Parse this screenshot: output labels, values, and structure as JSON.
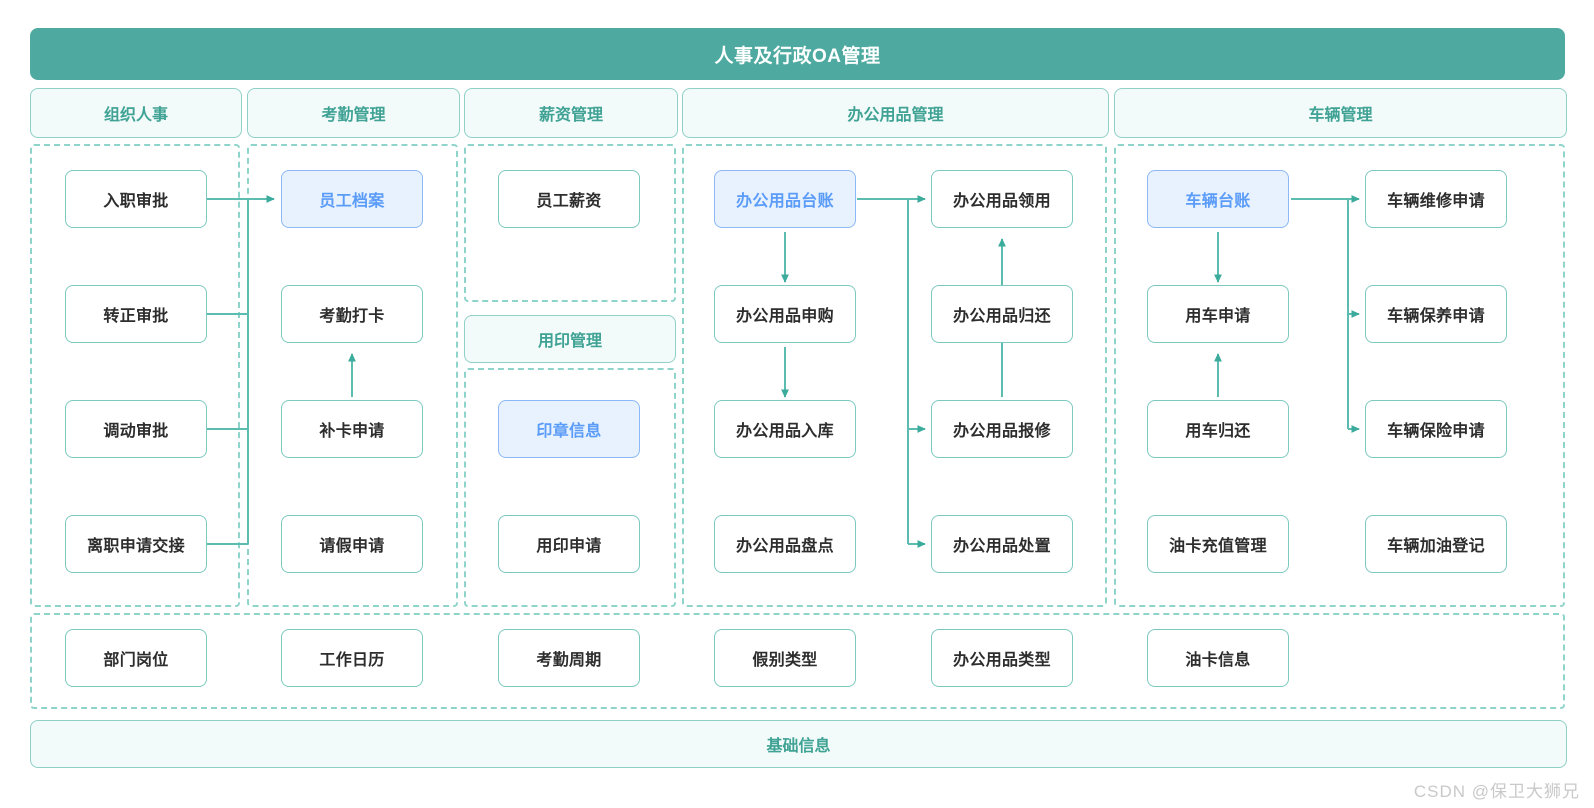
{
  "header": {
    "title": "人事及行政OA管理",
    "title_bg": "#4eaaa0"
  },
  "sections": [
    {
      "key": "org",
      "label": "组织人事"
    },
    {
      "key": "att",
      "label": "考勤管理"
    },
    {
      "key": "pay",
      "label": "薪资管理"
    },
    {
      "key": "office",
      "label": "办公用品管理"
    },
    {
      "key": "vehicle",
      "label": "车辆管理"
    }
  ],
  "sub_labels": {
    "seal": "用印管理"
  },
  "nodes": {
    "org": [
      {
        "label": "入职审批",
        "highlight": false
      },
      {
        "label": "转正审批",
        "highlight": false
      },
      {
        "label": "调动审批",
        "highlight": false
      },
      {
        "label": "离职申请交接",
        "highlight": false
      }
    ],
    "att": [
      {
        "label": "员工档案",
        "highlight": true
      },
      {
        "label": "考勤打卡",
        "highlight": false
      },
      {
        "label": "补卡申请",
        "highlight": false
      },
      {
        "label": "请假申请",
        "highlight": false
      }
    ],
    "pay": [
      {
        "label": "员工薪资",
        "highlight": false
      }
    ],
    "seal": [
      {
        "label": "印章信息",
        "highlight": true
      },
      {
        "label": "用印申请",
        "highlight": false
      }
    ],
    "office_left": [
      {
        "label": "办公用品台账",
        "highlight": true
      },
      {
        "label": "办公用品申购",
        "highlight": false
      },
      {
        "label": "办公用品入库",
        "highlight": false
      },
      {
        "label": "办公用品盘点",
        "highlight": false
      }
    ],
    "office_right": [
      {
        "label": "办公用品领用",
        "highlight": false
      },
      {
        "label": "办公用品归还",
        "highlight": false
      },
      {
        "label": "办公用品报修",
        "highlight": false
      },
      {
        "label": "办公用品处置",
        "highlight": false
      }
    ],
    "vehicle_left": [
      {
        "label": "车辆台账",
        "highlight": true
      },
      {
        "label": "用车申请",
        "highlight": false
      },
      {
        "label": "用车归还",
        "highlight": false
      },
      {
        "label": "油卡充值管理",
        "highlight": false
      }
    ],
    "vehicle_right": [
      {
        "label": "车辆维修申请",
        "highlight": false
      },
      {
        "label": "车辆保养申请",
        "highlight": false
      },
      {
        "label": "车辆保险申请",
        "highlight": false
      },
      {
        "label": "车辆加油登记",
        "highlight": false
      }
    ],
    "basic": [
      {
        "label": "部门岗位",
        "highlight": false
      },
      {
        "label": "工作日历",
        "highlight": false
      },
      {
        "label": "考勤周期",
        "highlight": false
      },
      {
        "label": "假别类型",
        "highlight": false
      },
      {
        "label": "办公用品类型",
        "highlight": false
      },
      {
        "label": "油卡信息",
        "highlight": false
      }
    ]
  },
  "footer": {
    "base_label": "基础信息"
  },
  "watermark": {
    "text": "CSDN @保卫大狮兄"
  },
  "colors": {
    "teal": "#4eaaa0",
    "teal_line": "#5cbcaf",
    "node_border": "#7cc9bf",
    "dashed": "#8ed4ca",
    "tab_bg": "#f3fbfa",
    "highlight_bg": "#e8f2fe",
    "highlight_border": "#8cb8f5",
    "highlight_text": "#5b9cf8",
    "node_text": "#2d2d2d"
  }
}
